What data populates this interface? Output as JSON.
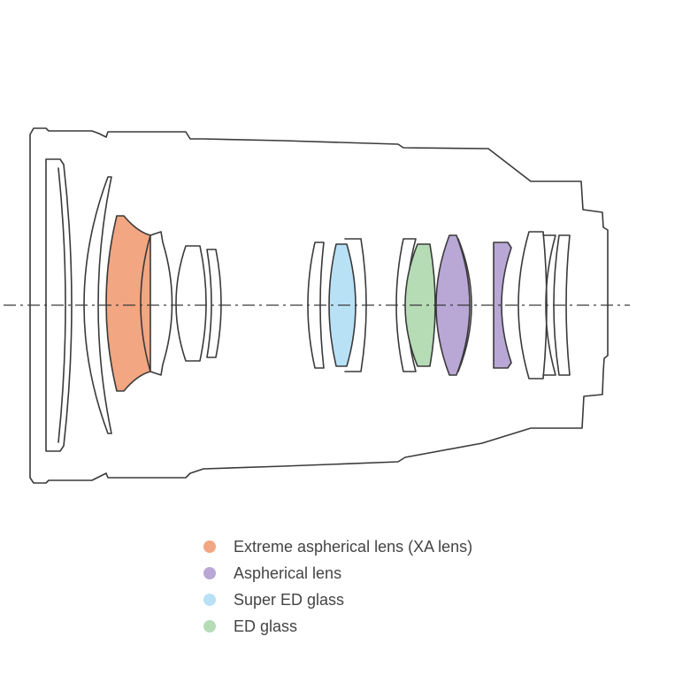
{
  "colors": {
    "outline": "#3a3a3a",
    "xa": "#f2a681",
    "aspherical": "#b9a7d6",
    "super_ed": "#b8e1f6",
    "ed": "#b5dcb5"
  },
  "legend": {
    "items": [
      {
        "key": "xa",
        "label": "Extreme aspherical lens (XA lens)",
        "color": "#f2a681"
      },
      {
        "key": "aspherical",
        "label": "Aspherical lens",
        "color": "#b9a7d6"
      },
      {
        "key": "super_ed",
        "label": "Super ED glass",
        "color": "#b8e1f6"
      },
      {
        "key": "ed",
        "label": "ED glass",
        "color": "#b5dcb5"
      }
    ]
  }
}
